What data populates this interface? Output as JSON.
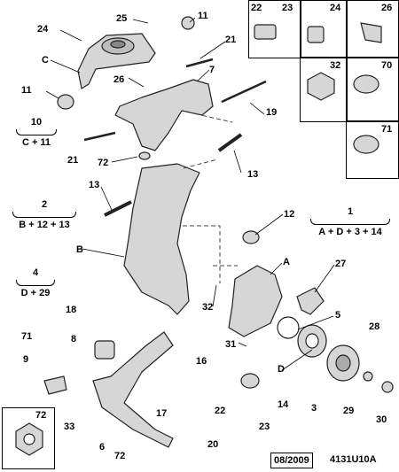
{
  "callouts": {
    "c1": "1",
    "c2": "2",
    "c3": "3",
    "c4": "4",
    "c5": "5",
    "c6": "6",
    "c7": "7",
    "c8": "8",
    "c9": "9",
    "c10": "10",
    "c11a": "11",
    "c11b": "11",
    "c12": "12",
    "c13a": "13",
    "c13b": "13",
    "c14": "14",
    "c16": "16",
    "c17": "17",
    "c18": "18",
    "c19": "19",
    "c20": "20",
    "c21a": "21",
    "c21b": "21",
    "c22a": "22",
    "c23a": "23",
    "c22b": "22",
    "c23b": "23",
    "c24a": "24",
    "c24b": "24",
    "c25": "25",
    "c26a": "26",
    "c26b": "26",
    "c27": "27",
    "c28": "28",
    "c29": "29",
    "c30": "30",
    "c31": "31",
    "c32a": "32",
    "c32b": "32",
    "c33": "33",
    "c70": "70",
    "c71a": "71",
    "c71b": "71",
    "c72a": "72",
    "c72b": "72",
    "c72c": "72",
    "cA": "A",
    "cB": "B",
    "cC": "C",
    "cD": "D"
  },
  "groups": {
    "g10": {
      "num": "10",
      "formula": "C + 11"
    },
    "g2": {
      "num": "2",
      "formula": "B + 12 + 13"
    },
    "g4": {
      "num": "4",
      "formula": "D + 29"
    },
    "g1": {
      "num": "1",
      "formula": "A + D + 3 + 14"
    }
  },
  "footer": {
    "date": "08/2009",
    "ref": "4131U10A"
  }
}
